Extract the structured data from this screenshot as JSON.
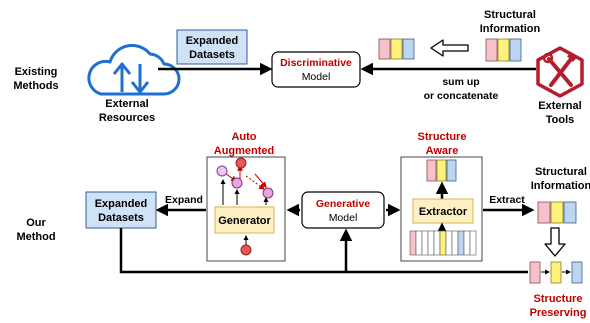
{
  "colors": {
    "blue_icon": "#1f6fd1",
    "red_accent": "#c00000",
    "box_blue_fill": "#cfe2f6",
    "box_yellow_fill": "#fdf0c5",
    "box_yellow_stroke": "#d8b34f",
    "seg_pink": "#f4c2c8",
    "seg_yellow": "#fff27a",
    "seg_blue": "#bcd6f2",
    "tool_red": "#b71c2c",
    "node_pink": "#e9a3df",
    "node_red": "#e85858"
  },
  "rows": {
    "existing": {
      "label_line1": "Existing",
      "label_line2": "Methods"
    },
    "ours": {
      "label_line1": "Our",
      "label_line2": "Method"
    }
  },
  "top": {
    "external_resources": {
      "line1": "External",
      "line2": "Resources",
      "icon": "cloud-upload-download-icon"
    },
    "expanded_datasets": {
      "line1": "Expanded",
      "line2": "Datasets"
    },
    "discriminative": {
      "red": "Discriminative",
      "black": "Model"
    },
    "structural_information": {
      "line1": "Structural",
      "line2": "Information"
    },
    "combine_note": {
      "line1": "sum up",
      "line2": "or concatenate"
    },
    "external_tools": {
      "line1": "External",
      "line2": "Tools",
      "icon": "tools-hexagon-icon"
    }
  },
  "bottom": {
    "auto_augmented": {
      "line1": "Auto",
      "line2": "Augmented"
    },
    "generator": "Generator",
    "expand": "Expand",
    "expanded_datasets": {
      "line1": "Expanded",
      "line2": "Datasets"
    },
    "generative": {
      "red": "Generative",
      "black": "Model"
    },
    "structure_aware": {
      "line1": "Structure",
      "line2": "Aware"
    },
    "extractor": "Extractor",
    "extract": "Extract",
    "structural_information": {
      "line1": "Structural",
      "line2": "Information"
    },
    "structure_preserving": {
      "line1": "Structure",
      "line2": "Preserving"
    }
  }
}
